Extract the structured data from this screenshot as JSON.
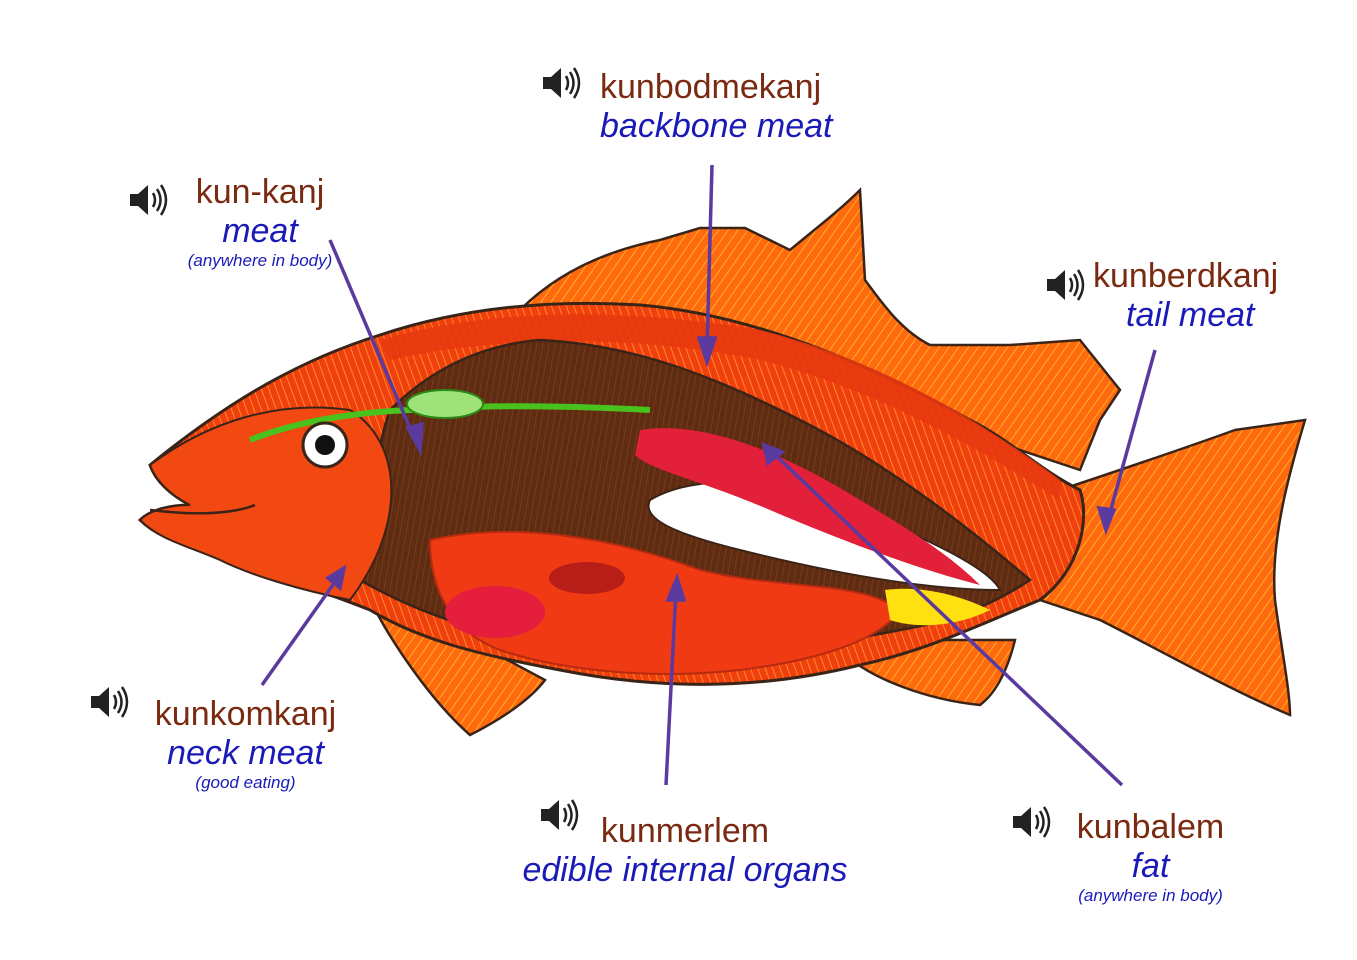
{
  "labels": {
    "neck": {
      "term": "kunkomkanj",
      "gloss": "neck meat",
      "note": "(good eating)"
    },
    "meat": {
      "term": "kun-kanj",
      "gloss": "meat",
      "note": "(anywhere in body)"
    },
    "backbone": {
      "term": "kunbodmekanj",
      "gloss": "backbone meat"
    },
    "tail": {
      "term": "kunberdkanj",
      "gloss": "tail meat"
    },
    "organs": {
      "term": "kunmerlem",
      "gloss": "edible internal organs"
    },
    "fat": {
      "term": "kunbalem",
      "gloss": "fat",
      "note": "(anywhere in body)"
    }
  },
  "icons": {
    "audio": "speaker-icon"
  },
  "colors": {
    "term": "#7a2a10",
    "gloss": "#1a1ab8",
    "pointer": "#5b3aa0",
    "fish_body": "#f24a12",
    "fish_fin": "#ff7a1a",
    "cavity": "#5a2a12",
    "organ_red": "#e0203a"
  }
}
